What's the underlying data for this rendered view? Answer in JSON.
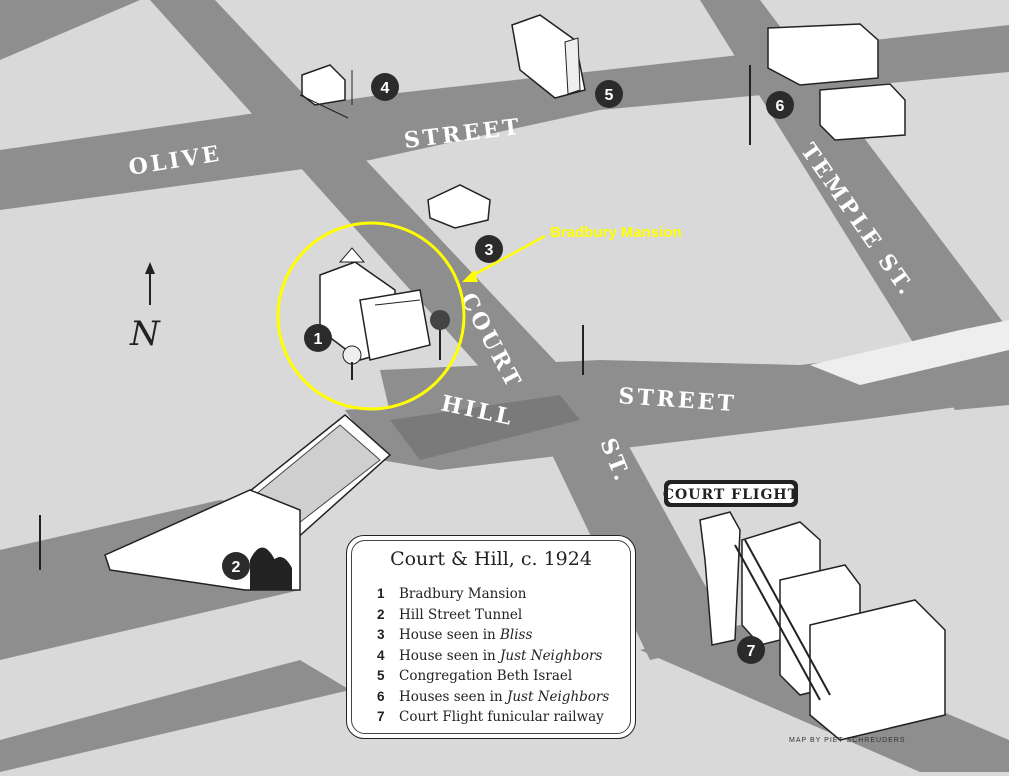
{
  "streets": {
    "olive": "OLIVE",
    "street_top": "STREET",
    "temple": "TEMPLE ST.",
    "court": "COURT",
    "hill": "HILL",
    "street_mid": "STREET",
    "st": "ST."
  },
  "compass": {
    "letter": "N"
  },
  "markers": [
    "1",
    "2",
    "3",
    "4",
    "5",
    "6",
    "7"
  ],
  "annotation": {
    "label": "Bradbury Mansion",
    "color": "#ffff00"
  },
  "sign": {
    "text": "COURT FLIGHT"
  },
  "legend": {
    "title": "Court & Hill, c. 1924",
    "items": [
      {
        "num": "1",
        "text": "Bradbury Mansion",
        "em": ""
      },
      {
        "num": "2",
        "text": "Hill Street Tunnel",
        "em": ""
      },
      {
        "num": "3",
        "text": "House seen in ",
        "em": "Bliss"
      },
      {
        "num": "4",
        "text": "House seen in ",
        "em": "Just Neighbors"
      },
      {
        "num": "5",
        "text": "Congregation Beth Israel",
        "em": ""
      },
      {
        "num": "6",
        "text": "Houses seen in ",
        "em": "Just Neighbors"
      },
      {
        "num": "7",
        "text": "Court Flight funicular railway",
        "em": ""
      }
    ]
  },
  "credit": "MAP BY PIET SCHREUDERS",
  "colors": {
    "road": "#8e8e8e",
    "block": "#d9d9d9",
    "marker": "#2b2b2b",
    "building": "#ffffff"
  }
}
